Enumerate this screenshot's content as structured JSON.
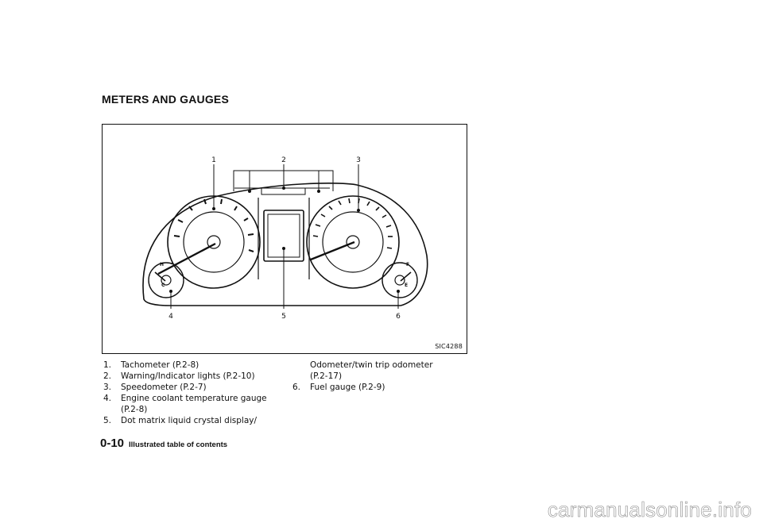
{
  "section_title": "METERS AND GAUGES",
  "figure": {
    "id": "SIC4288",
    "callouts": [
      "1",
      "2",
      "3",
      "4",
      "5",
      "6"
    ],
    "gauge_marks": {
      "hot": "H",
      "cold": "C",
      "full": "F",
      "empty": "E"
    }
  },
  "captions": {
    "left": [
      {
        "num": "1.",
        "text": "Tachometer (P.2-8)"
      },
      {
        "num": "2.",
        "text": "Warning/Indicator lights (P.2-10)"
      },
      {
        "num": "3.",
        "text": "Speedometer (P.2-7)"
      },
      {
        "num": "4.",
        "text": "Engine coolant temperature gauge",
        "cont": "(P.2-8)"
      },
      {
        "num": "5.",
        "text": "Dot  matrix  liquid  crystal  display/"
      }
    ],
    "right_cont": [
      "Odometer/twin trip odometer",
      "(P.2-17)"
    ],
    "right": [
      {
        "num": "6.",
        "text": "Fuel gauge (P.2-9)"
      }
    ]
  },
  "footer": {
    "page": "0-10",
    "title": "Illustrated table of contents"
  },
  "watermark": "carmanualsonline.info"
}
